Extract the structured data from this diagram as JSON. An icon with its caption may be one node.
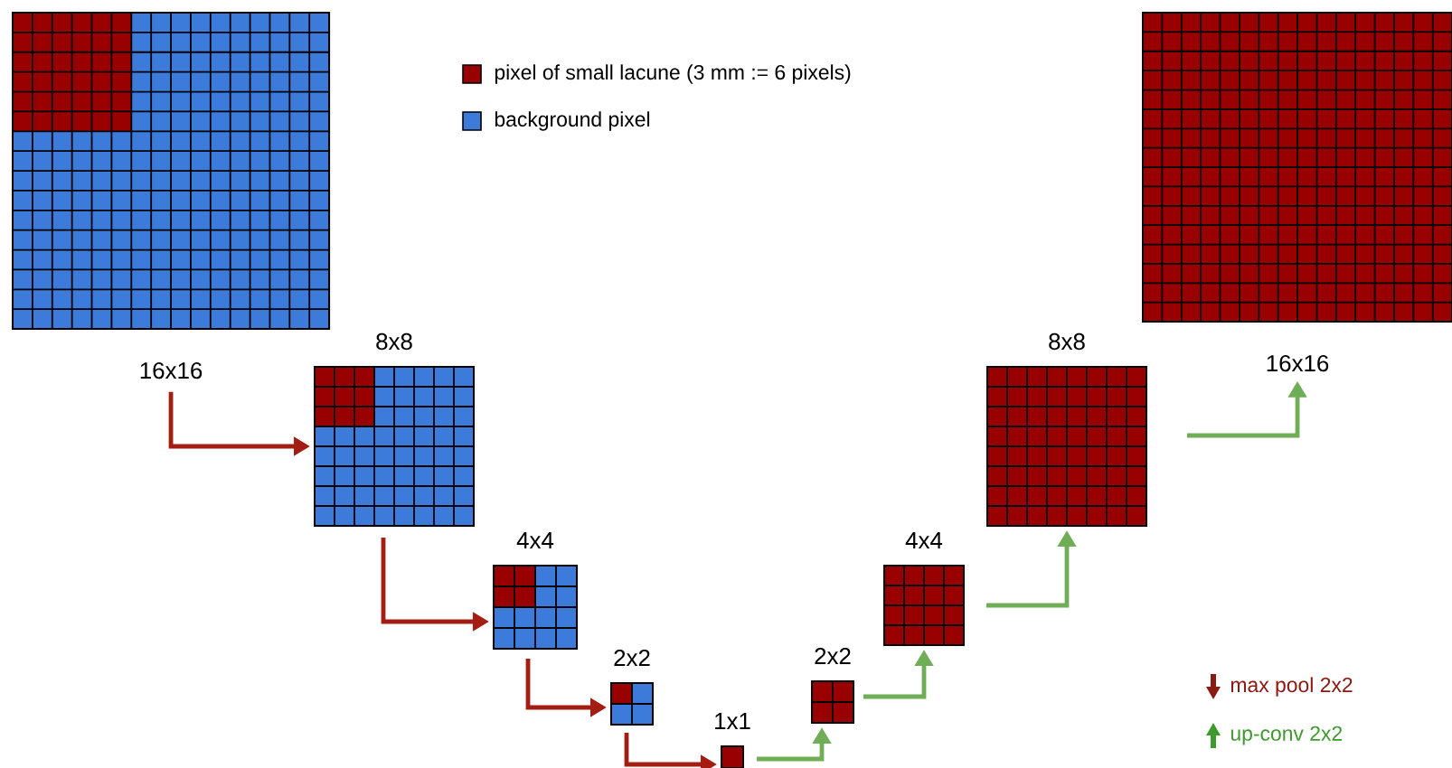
{
  "diagram": {
    "nodes": [
      {
        "text": [
          "16x16"
        ]
      },
      {
        "text": [
          "8x8"
        ]
      },
      {
        "text": [
          "4x4"
        ]
      },
      {
        "text": [
          "2x2"
        ]
      },
      {
        "text": [
          "1x1"
        ]
      },
      {
        "text": [
          "2x2"
        ]
      },
      {
        "text": [
          "4x4"
        ]
      },
      {
        "text": [
          "8x8"
        ]
      },
      {
        "text": [
          "16x16"
        ]
      }
    ],
    "edges": [
      {
        "from": 0,
        "to": 1,
        "arrow": "to",
        "color": "#a31d12"
      },
      {
        "from": 1,
        "to": 2,
        "arrow": "to",
        "color": "#a31d12"
      },
      {
        "from": 2,
        "to": 3,
        "arrow": "to",
        "color": "#a31d12"
      },
      {
        "from": 3,
        "to": 4,
        "arrow": "to",
        "color": "#a31d12"
      },
      {
        "from": 4,
        "to": 5,
        "arrow": "to",
        "color": "#70ad57"
      },
      {
        "from": 5,
        "to": 6,
        "arrow": "to",
        "color": "#70ad57"
      },
      {
        "from": 6,
        "to": 7,
        "arrow": "to",
        "color": "#70ad57"
      },
      {
        "from": 7,
        "to": 8,
        "arrow": "to",
        "color": "#70ad57"
      }
    ],
    "legend": [
      {
        "text": "pixel of small lacune (3 mm := 6 pixels)",
        "color": "#990000"
      },
      {
        "text": "background pixel",
        "color": "#3c7bd9"
      },
      {
        "text": "max pool 2x2"
      },
      {
        "text": "up-conv 2x2"
      }
    ]
  }
}
